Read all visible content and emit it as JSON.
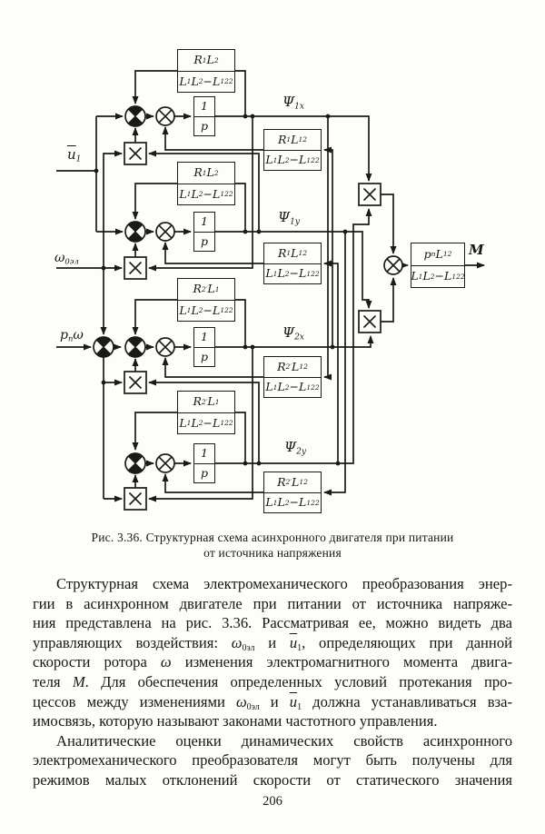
{
  "diagram": {
    "inputs": {
      "u1": [
        {
          "t": "u",
          "s": "bar"
        },
        {
          "t": "1",
          "s": "sub"
        }
      ],
      "omega": [
        {
          "t": "ω"
        },
        {
          "t": "0эл",
          "s": "sub"
        }
      ],
      "pnw": [
        {
          "t": "p"
        },
        {
          "t": "n",
          "s": "sub"
        },
        {
          "t": "ω"
        }
      ]
    },
    "flux": {
      "psi1x": [
        {
          "t": "Ψ"
        },
        {
          "t": "1x",
          "s": "sub"
        }
      ],
      "psi1y": [
        {
          "t": "Ψ"
        },
        {
          "t": "1y",
          "s": "sub"
        }
      ],
      "psi2x": [
        {
          "t": "Ψ"
        },
        {
          "t": "2x",
          "s": "sub"
        }
      ],
      "psi2y": [
        {
          "t": "Ψ"
        },
        {
          "t": "2y",
          "s": "sub"
        }
      ]
    },
    "output_m": [
      {
        "t": "M"
      }
    ],
    "blocks": {
      "r1l2_num": [
        {
          "t": "R"
        },
        {
          "t": "1",
          "s": "sub"
        },
        {
          "t": "L"
        },
        {
          "t": "2",
          "s": "sub"
        }
      ],
      "r2l1_num": [
        {
          "t": "R"
        },
        {
          "t": "2",
          "s": "sub"
        },
        {
          "t": "′",
          "s": "sup"
        },
        {
          "t": "L"
        },
        {
          "t": "1",
          "s": "sub"
        }
      ],
      "r1l12_num": [
        {
          "t": "R"
        },
        {
          "t": "1",
          "s": "sub"
        },
        {
          "t": "L"
        },
        {
          "t": "12",
          "s": "sub"
        }
      ],
      "r2l12_num": [
        {
          "t": "R"
        },
        {
          "t": "2",
          "s": "sub"
        },
        {
          "t": "′",
          "s": "sup"
        },
        {
          "t": "L"
        },
        {
          "t": "12",
          "s": "sub"
        }
      ],
      "pt_num": [
        {
          "t": "p"
        },
        {
          "t": "n",
          "s": "sub"
        },
        {
          "t": "L"
        },
        {
          "t": "12",
          "s": "sub"
        }
      ],
      "den": [
        {
          "t": "L"
        },
        {
          "t": "1",
          "s": "sub"
        },
        {
          "t": "L"
        },
        {
          "t": "2",
          "s": "sub"
        },
        {
          "t": "−"
        },
        {
          "t": "L"
        },
        {
          "t": "12",
          "s": "sub"
        },
        {
          "t": "2",
          "s": "sup"
        }
      ],
      "int_num": [
        {
          "t": "1"
        }
      ],
      "int_den": [
        {
          "t": "p"
        }
      ]
    }
  },
  "caption": {
    "line1": "Рис. 3.36. Структурная схема асинхронного двигателя при питании",
    "line2": "от источника напряжения"
  },
  "body": {
    "lines": [
      [
        {
          "t": "Структурная схема электромеханического преобразования энер-"
        }
      ],
      [
        {
          "t": "гии в асинхронном двигателе при питании от источника напряже-"
        }
      ],
      [
        {
          "t": "ния представлена на рис. 3.36. Рассматривая ее, можно видеть два"
        }
      ],
      [
        {
          "t": "управляющих воздействия: "
        },
        {
          "t": "ω",
          "s": "it"
        },
        {
          "t": "0эл",
          "s": "sub"
        },
        {
          "t": " и "
        },
        {
          "t": "u",
          "s": "bar it"
        },
        {
          "t": "1",
          "s": "sub"
        },
        {
          "t": ", определяющих при данной"
        }
      ],
      [
        {
          "t": "скорости ротора "
        },
        {
          "t": "ω",
          "s": "it"
        },
        {
          "t": " изменения электромагнитного момента двига-"
        }
      ],
      [
        {
          "t": "теля "
        },
        {
          "t": "М",
          "s": "it"
        },
        {
          "t": ". Для обеспечения определенных условий протекания про-"
        }
      ],
      [
        {
          "t": "цессов между изменениями "
        },
        {
          "t": "ω",
          "s": "it"
        },
        {
          "t": "0эл",
          "s": "sub"
        },
        {
          "t": " и "
        },
        {
          "t": "u",
          "s": "bar it"
        },
        {
          "t": "1",
          "s": "sub"
        },
        {
          "t": " должна устанавливаться вза-"
        }
      ],
      [
        {
          "t": "имосвязь, которую называют законами частотного управления."
        }
      ],
      [
        {
          "t": "Аналитические оценки динамических свойств асинхронного"
        }
      ],
      [
        {
          "t": "электромеханического преобразователя могут быть получены для"
        }
      ],
      [
        {
          "t": "режимов малых отклонений скорости от статического значения"
        }
      ]
    ]
  },
  "page_number": "206"
}
